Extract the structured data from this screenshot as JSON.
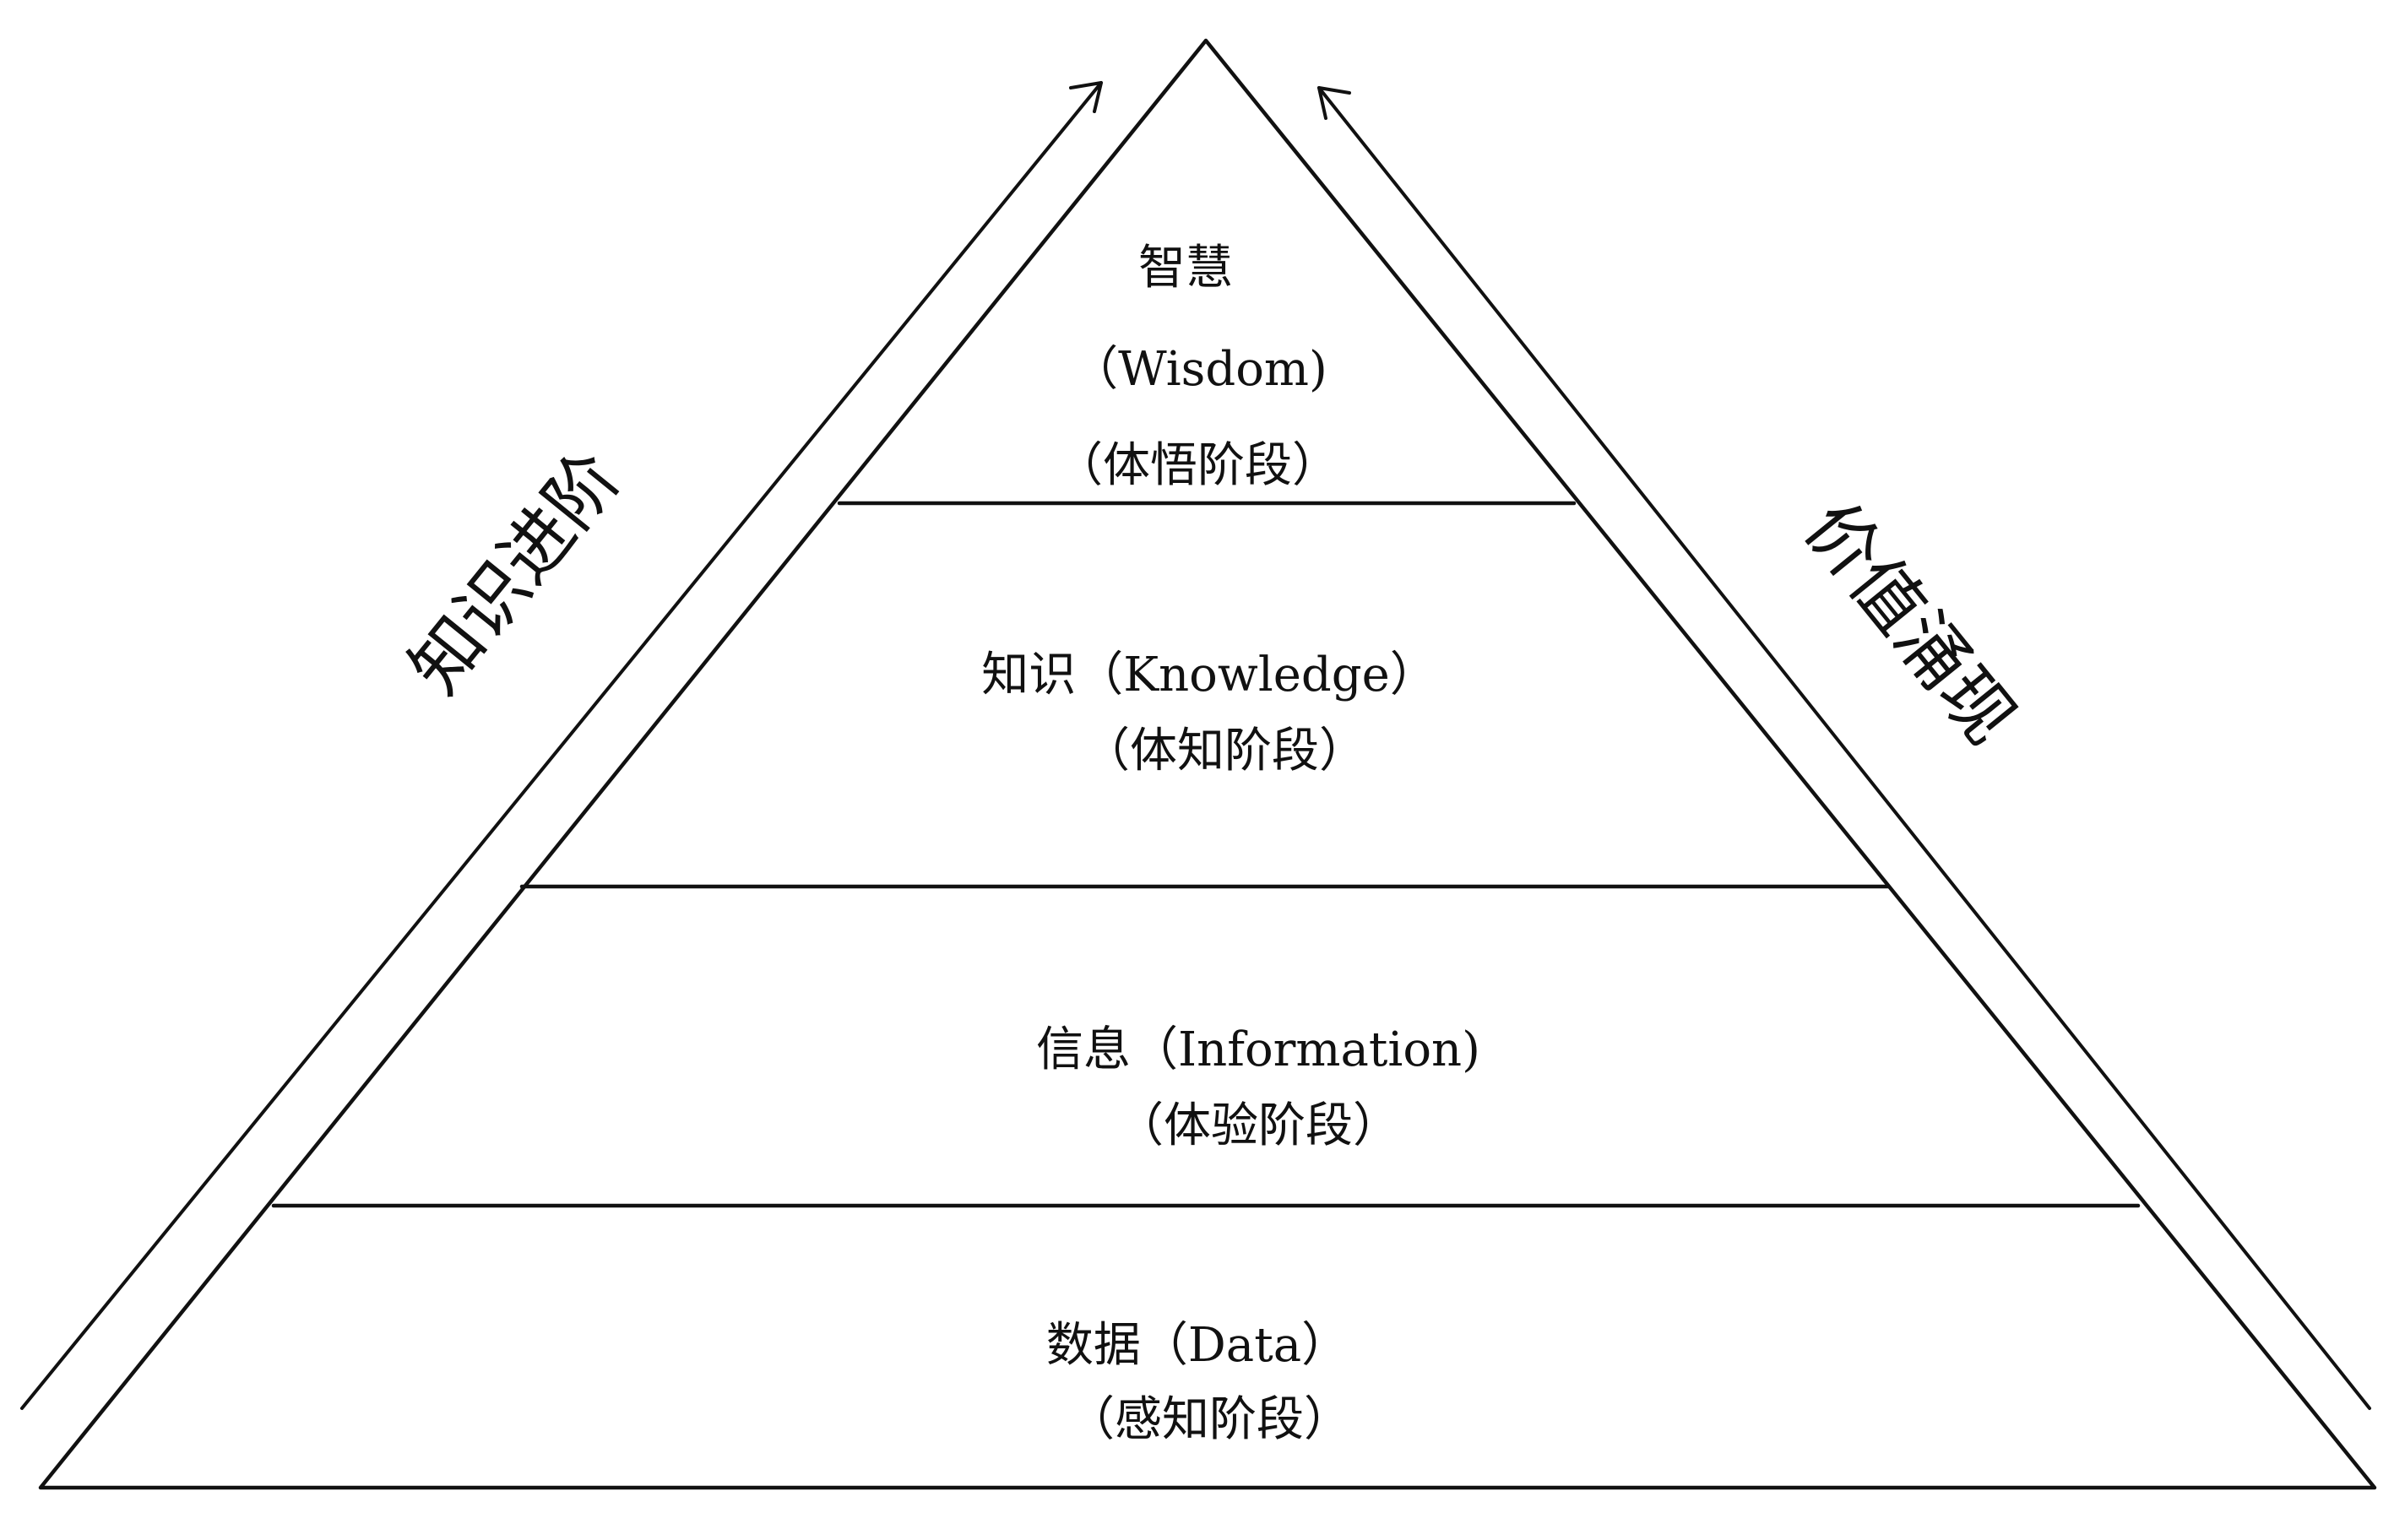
{
  "layers": [
    {
      "key": "wisdom",
      "lines": [
        "智慧",
        "（Wisdom)",
        "（体悟阶段）"
      ]
    },
    {
      "key": "knowledge",
      "lines": [
        "知识（Knowledge）",
        "（体知阶段）"
      ]
    },
    {
      "key": "information",
      "lines": [
        "信息（Information)",
        "（体验阶段）"
      ]
    },
    {
      "key": "data",
      "lines": [
        "数据（Data）",
        "（感知阶段）"
      ]
    }
  ],
  "left_arrow_label": "知识进阶",
  "right_arrow_label": "价值涌现"
}
